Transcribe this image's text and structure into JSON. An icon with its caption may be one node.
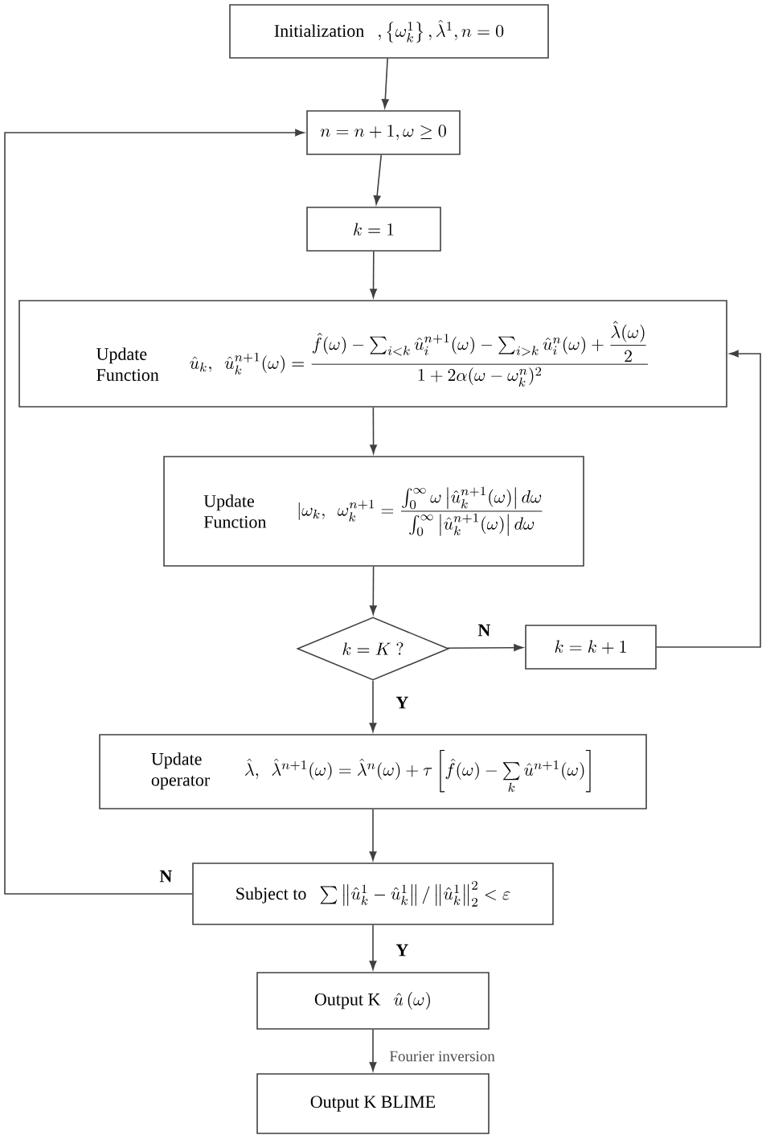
{
  "diagram": {
    "nodes": [
      {
        "text": [
          "Initialization",
          ",\\left\\{\\omega_k^1\\right\\},\\hat{\\lambda}^1,n=0"
        ]
      },
      {
        "text": [
          "n=n+1,\\omega\\geq 0"
        ]
      },
      {
        "text": [
          "k=1"
        ]
      },
      {
        "text": [
          "Update Function",
          "\\hat{u}_k,\\ \\ \\hat{u}_k^{n+1}(\\omega)=\\frac{\\hat{f}(\\omega)-\\sum\\nolimits_{i<k}\\hat{u}_i^{n+1}(\\omega)-\\sum\\nolimits_{i>k}\\hat{u}_i^{n}(\\omega)+\\dfrac{\\hat{\\lambda}(\\omega)}{2}}{1+2\\alpha(\\omega-\\omega_k^n)^2}"
        ]
      },
      {
        "text": [
          "Update Function",
          "|\\omega_k,\\ \\ \\omega_k^{n+1}=\\frac{\\int_0^\\infty\\omega\\left|\\hat{u}_k^{n+1}(\\omega)\\right|d\\omega}{\\int_0^\\infty\\left|\\hat{u}_k^{n+1}(\\omega)\\right|d\\omega}"
        ]
      },
      {
        "text": [
          "k=K\\ ?"
        ]
      },
      {
        "text": [
          "k=k+1"
        ]
      },
      {
        "text": [
          "Update operator",
          "\\hat{\\lambda},\\ \\ \\hat{\\lambda}^{n+1}(\\omega)=\\hat{\\lambda}^{n}(\\omega)+\\tau\\left[\\hat{f}(\\omega)-\\sum\\limits_k\\hat{u}^{n+1}(\\omega)\\right]"
        ]
      },
      {
        "text": [
          "Subject to",
          "\\sum\\left\\|\\hat{u}_k^1-\\hat{u}_k^1\\right\\|/\\left\\|\\hat{u}_k^1\\right\\|_2^2<\\varepsilon"
        ]
      },
      {
        "text": [
          "Output K",
          "\\hat{u}\\left(\\omega\\right)"
        ]
      },
      {
        "text": [
          "Output K BLIME"
        ]
      }
    ],
    "edges": [
      {
        "from": 0,
        "to": 1,
        "arrow": "to"
      },
      {
        "from": 1,
        "to": 2,
        "arrow": "to"
      },
      {
        "from": 2,
        "to": 3,
        "arrow": "to"
      },
      {
        "from": 3,
        "to": 4,
        "arrow": "to"
      },
      {
        "from": 4,
        "to": 5,
        "arrow": "to"
      },
      {
        "from": 5,
        "to": 6,
        "label": "N",
        "arrow": "to"
      },
      {
        "from": 6,
        "to": 3,
        "arrow": "to"
      },
      {
        "from": 5,
        "to": 7,
        "label": "Y",
        "arrow": "to"
      },
      {
        "from": 7,
        "to": 8,
        "arrow": "to"
      },
      {
        "from": 8,
        "to": 1,
        "label": "N",
        "arrow": "to"
      },
      {
        "from": 8,
        "to": 9,
        "label": "Y",
        "arrow": "to"
      },
      {
        "from": 9,
        "to": 10,
        "label": "Fourier inversion",
        "arrow": "to"
      }
    ]
  }
}
